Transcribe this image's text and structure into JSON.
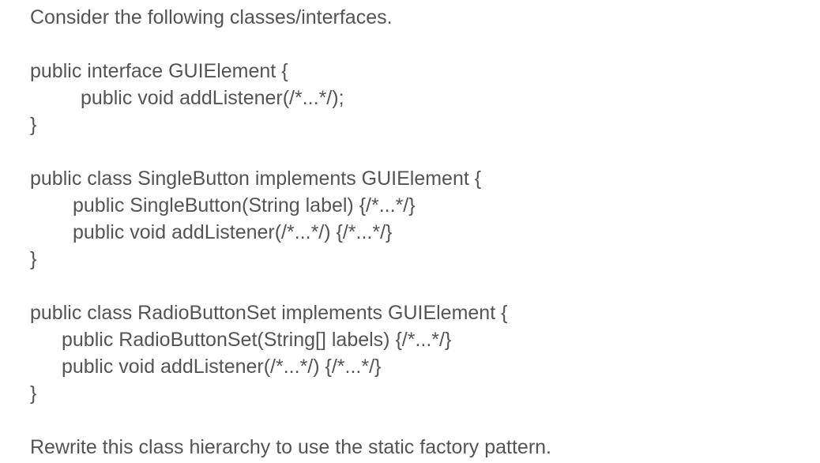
{
  "document": {
    "intro": "Consider the following classes/interfaces.",
    "blocks": [
      [
        "public interface GUIElement {",
        "public void addListener(/*...*/);",
        "}"
      ],
      [
        "public class SingleButton implements GUIElement {",
        "public SingleButton(String label) {/*...*/}",
        "public void addListener(/*...*/) {/*...*/}",
        "}"
      ],
      [
        "public class RadioButtonSet implements GUIElement {",
        "public RadioButtonSet(String[] labels) {/*...*/}",
        "public void addListener(/*...*/) {/*...*/}",
        "}"
      ]
    ],
    "task": "Rewrite this class hierarchy to use the static factory pattern.",
    "text_color": "#545457"
  }
}
